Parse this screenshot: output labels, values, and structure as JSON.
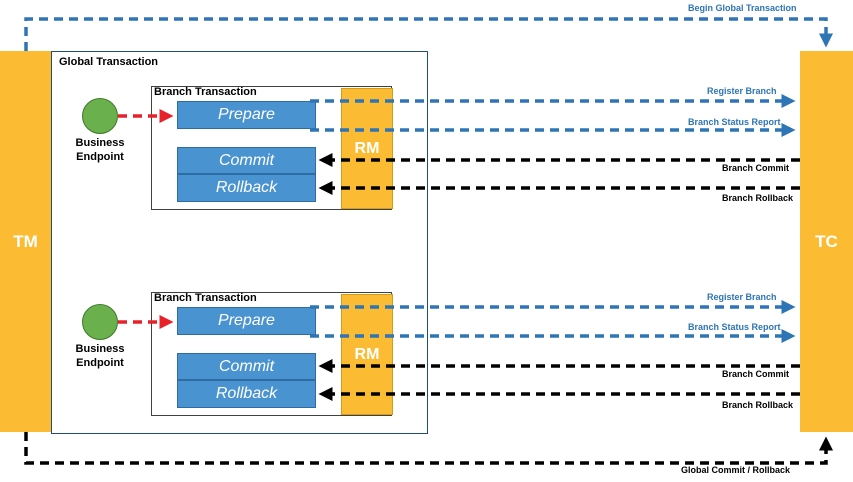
{
  "colors": {
    "orange": "#fbbc34",
    "blue": "#2e75b6",
    "op_blue": "#4a93d1",
    "red": "#e8202a",
    "green": "#6ab04c",
    "black": "#000000"
  },
  "tm": {
    "label": "TM"
  },
  "tc": {
    "label": "TC"
  },
  "global": {
    "title": "Global Transaction",
    "begin_label": "Begin Global Transaction",
    "end_label": "Global Commit / Rollback"
  },
  "branches": [
    {
      "title": "Branch Transaction",
      "endpoint": "Business\nEndpoint",
      "prepare": "Prepare",
      "commit": "Commit",
      "rollback": "Rollback",
      "rm": "RM",
      "register": "Register Branch",
      "status": "Branch Status Report",
      "branch_commit": "Branch Commit",
      "branch_rollback": "Branch Rollback"
    },
    {
      "title": "Branch Transaction",
      "endpoint": "Business\nEndpoint",
      "prepare": "Prepare",
      "commit": "Commit",
      "rollback": "Rollback",
      "rm": "RM",
      "register": "Register Branch",
      "status": "Branch Status Report",
      "branch_commit": "Branch Commit",
      "branch_rollback": "Branch Rollback"
    }
  ]
}
